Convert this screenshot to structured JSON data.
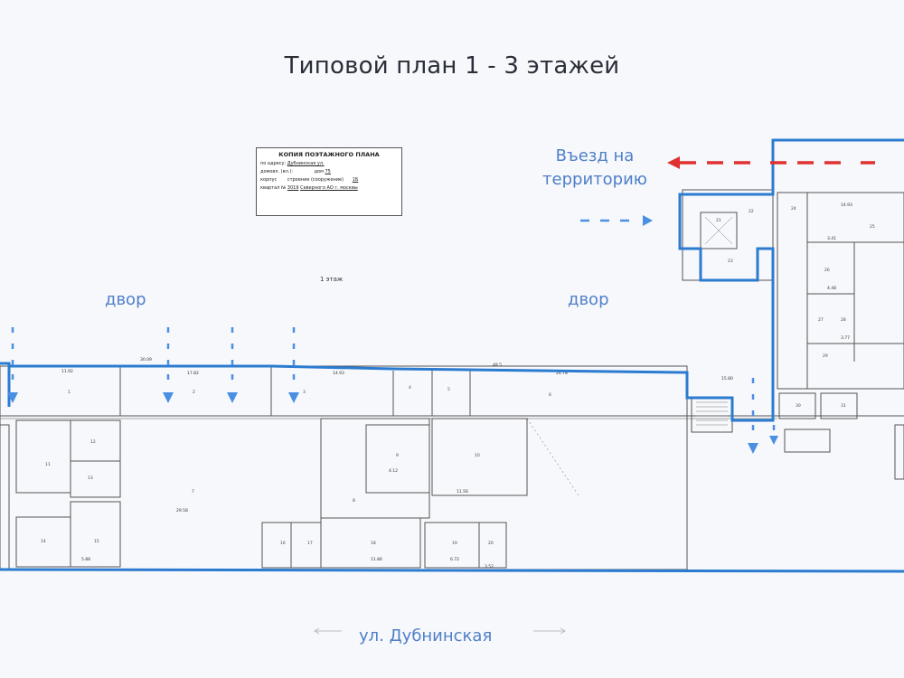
{
  "title": "Типовой план 1 - 3 этажей",
  "labels": {
    "yard_left": "двор",
    "yard_right": "двор",
    "entrance": "Въезд на\nтерриторию",
    "street": "ул. Дубнинская"
  },
  "stamp": {
    "title": "КОПИЯ ПОЭТАЖНОГО ПЛАНА",
    "address_label": "по адресу:",
    "street": "Дубнинская ул.",
    "domovl_label": "домовл. (вл.):",
    "dom_label": "дом",
    "dom": "75",
    "korpus_label": "корпус",
    "stroenie_label": "строение (сооружение)",
    "stroenie": "1Б",
    "kvartal_label": "квартал №",
    "kvartal": "3019",
    "district": "Северного АО г. москвы"
  },
  "floor_mark": "1 этаж",
  "colors": {
    "boundary": "#2b7bd0",
    "entry_arrow": "#e03131",
    "walk_arrow": "#4a90e2",
    "walls": "#555555"
  }
}
